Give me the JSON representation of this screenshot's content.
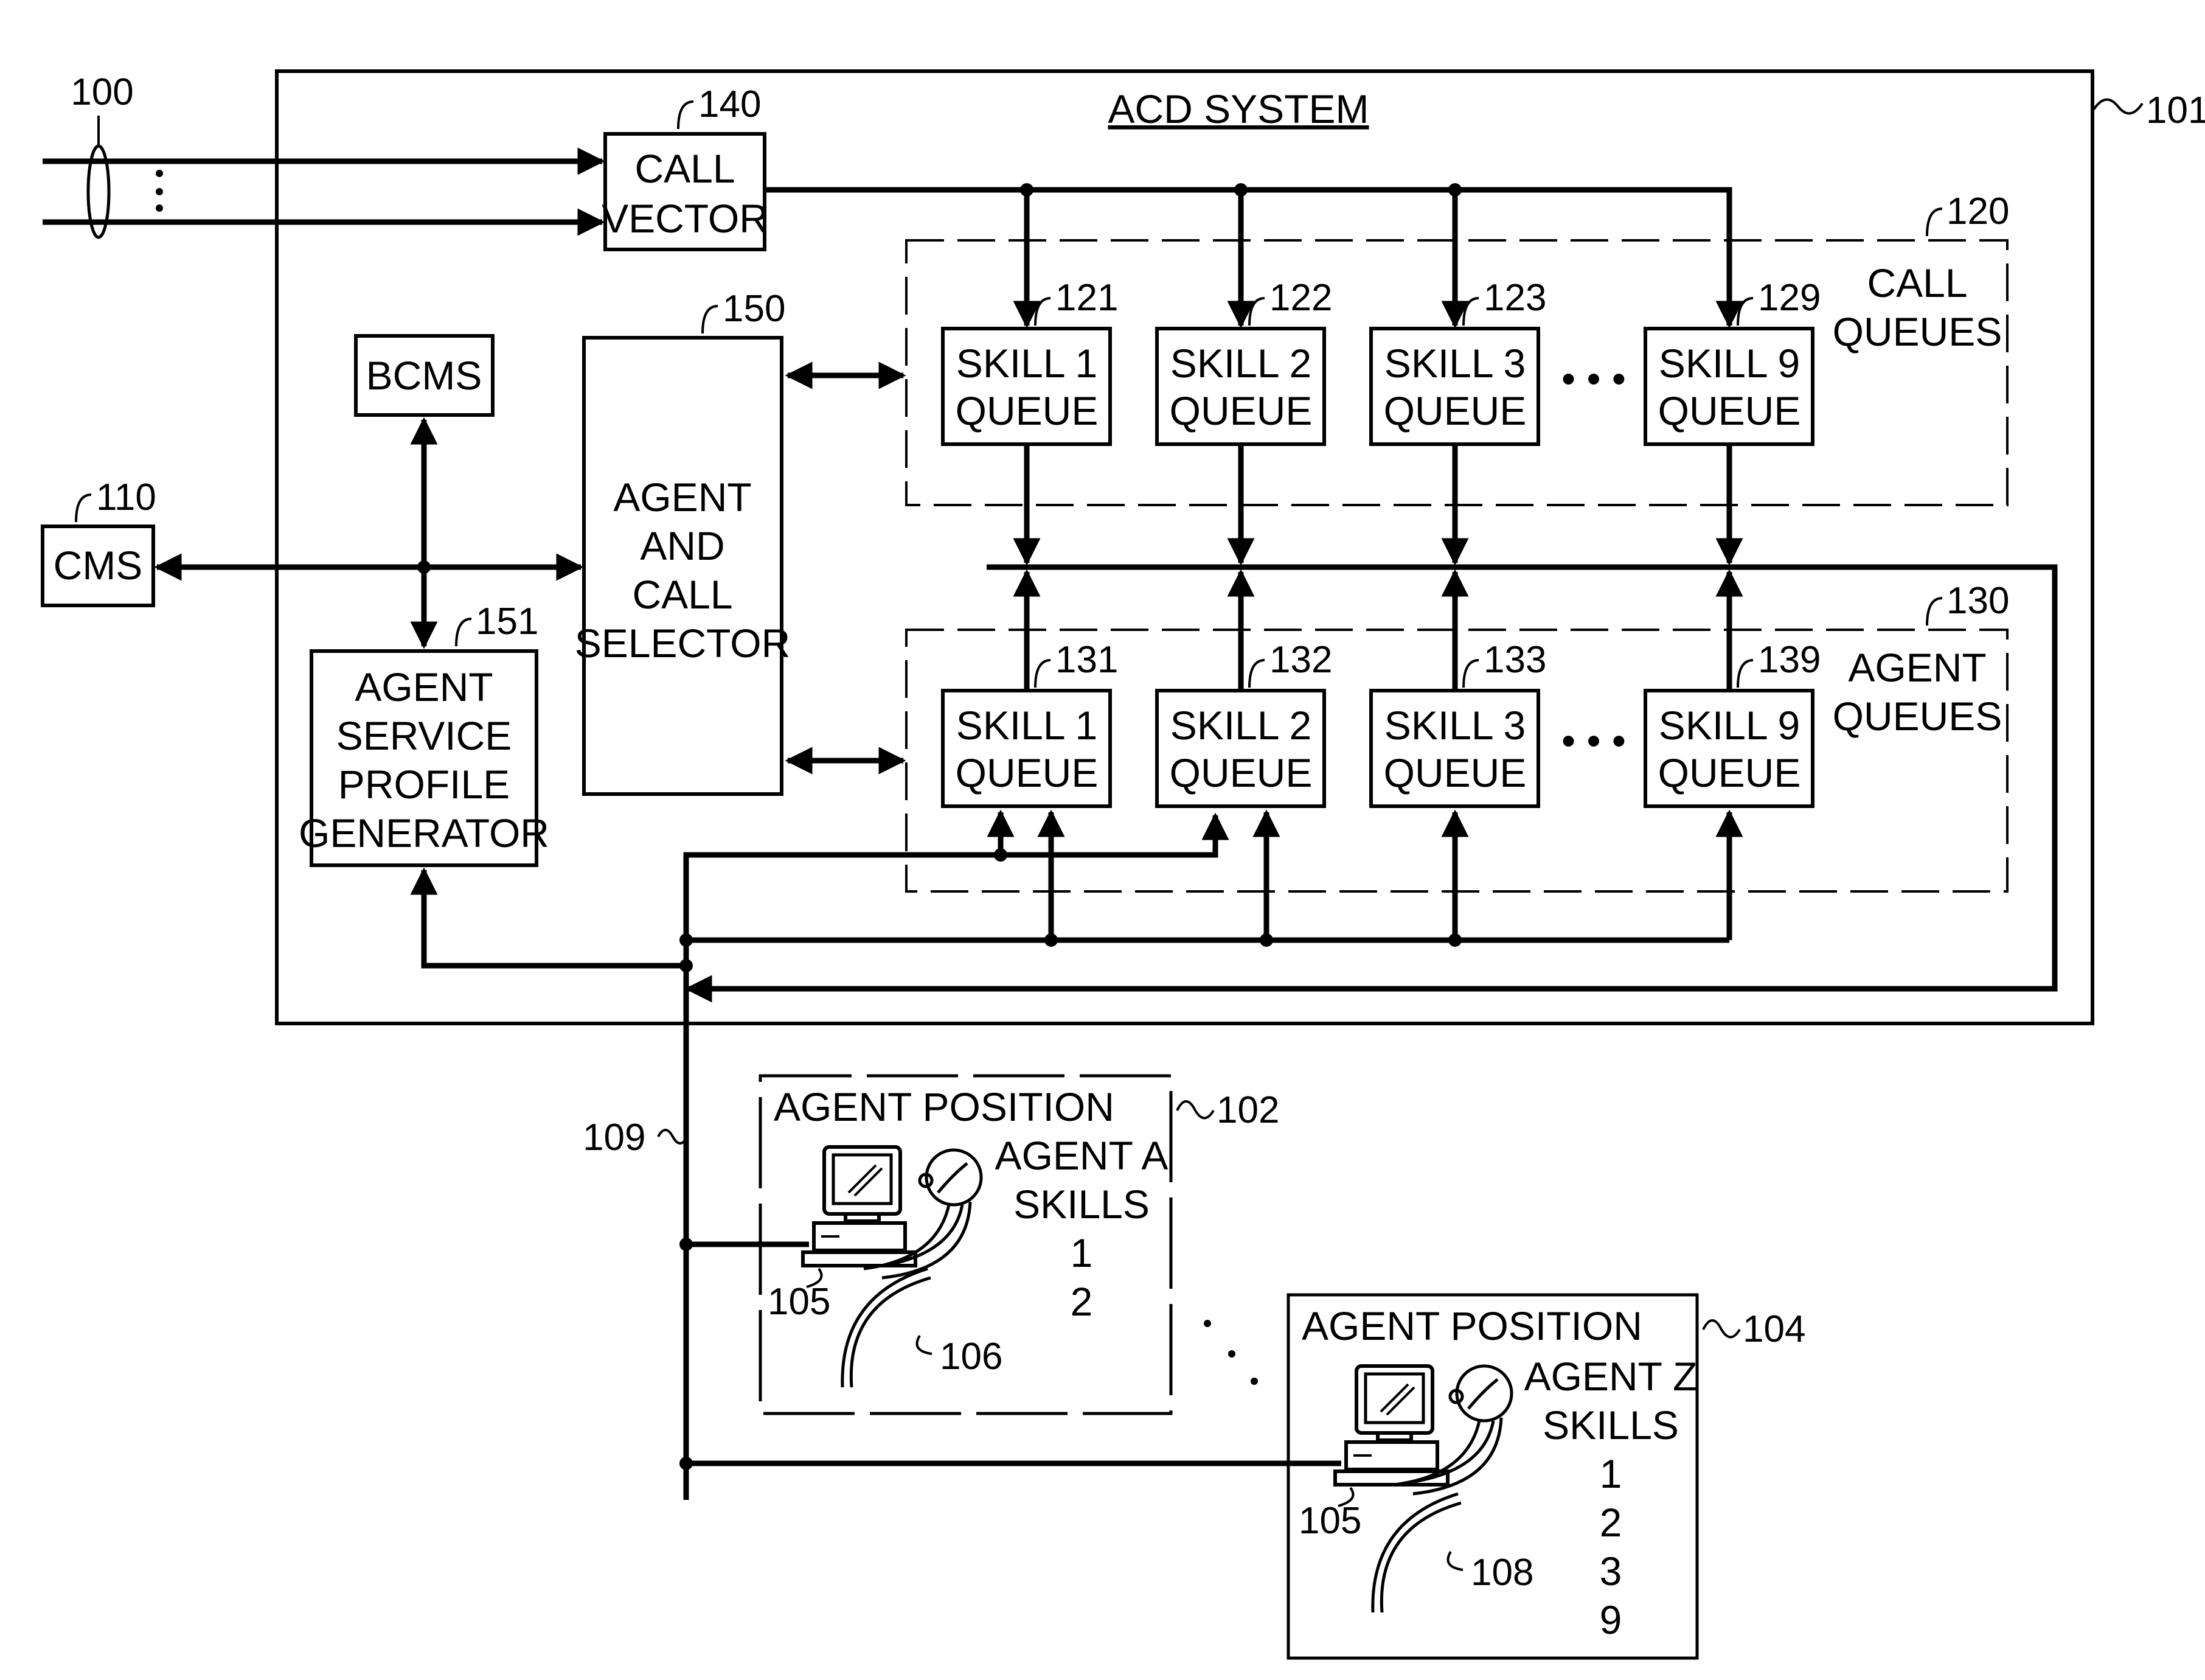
{
  "acd": {
    "ref": "101",
    "title": "ACD SYSTEM"
  },
  "trunks": {
    "ref": "100"
  },
  "call_vector": {
    "ref": "140",
    "lines": [
      "CALL",
      "VECTOR"
    ]
  },
  "call_queues": {
    "ref": "120",
    "lines": [
      "CALL",
      "QUEUES"
    ]
  },
  "agent_queues": {
    "ref": "130",
    "lines": [
      "AGENT",
      "QUEUES"
    ]
  },
  "selector": {
    "ref": "150",
    "lines": [
      "AGENT",
      "AND",
      "CALL",
      "SELECTOR"
    ]
  },
  "bcms": {
    "label": "BCMS"
  },
  "cms": {
    "ref": "110",
    "label": "CMS"
  },
  "profile_gen": {
    "ref": "151",
    "lines": [
      "AGENT",
      "SERVICE",
      "PROFILE",
      "GENERATOR"
    ]
  },
  "call_queue_boxes": [
    {
      "ref": "121",
      "l1": "SKILL  1",
      "l2": "QUEUE"
    },
    {
      "ref": "122",
      "l1": "SKILL  2",
      "l2": "QUEUE"
    },
    {
      "ref": "123",
      "l1": "SKILL  3",
      "l2": "QUEUE"
    },
    {
      "ref": "129",
      "l1": "SKILL  9",
      "l2": "QUEUE"
    }
  ],
  "agent_queue_boxes": [
    {
      "ref": "131",
      "l1": "SKILL  1",
      "l2": "QUEUE"
    },
    {
      "ref": "132",
      "l1": "SKILL  2",
      "l2": "QUEUE"
    },
    {
      "ref": "133",
      "l1": "SKILL  3",
      "l2": "QUEUE"
    },
    {
      "ref": "139",
      "l1": "SKILL  9",
      "l2": "QUEUE"
    }
  ],
  "ellipsis": "• • •",
  "bus": {
    "ref": "109"
  },
  "agent_a": {
    "ref": "102",
    "title": "AGENT  POSITION",
    "name": "AGENT  A",
    "skills_label": "SKILLS",
    "skills": [
      "1",
      "2"
    ],
    "terminal_ref": "105",
    "headset_ref": "106"
  },
  "agent_z": {
    "ref": "104",
    "title": "AGENT  POSITION",
    "name": "AGENT  Z",
    "skills_label": "SKILLS",
    "skills": [
      "1",
      "2",
      "3",
      "9"
    ],
    "terminal_ref": "105",
    "headset_ref": "108"
  },
  "colors": {
    "line": "#000000",
    "background": "#ffffff"
  }
}
